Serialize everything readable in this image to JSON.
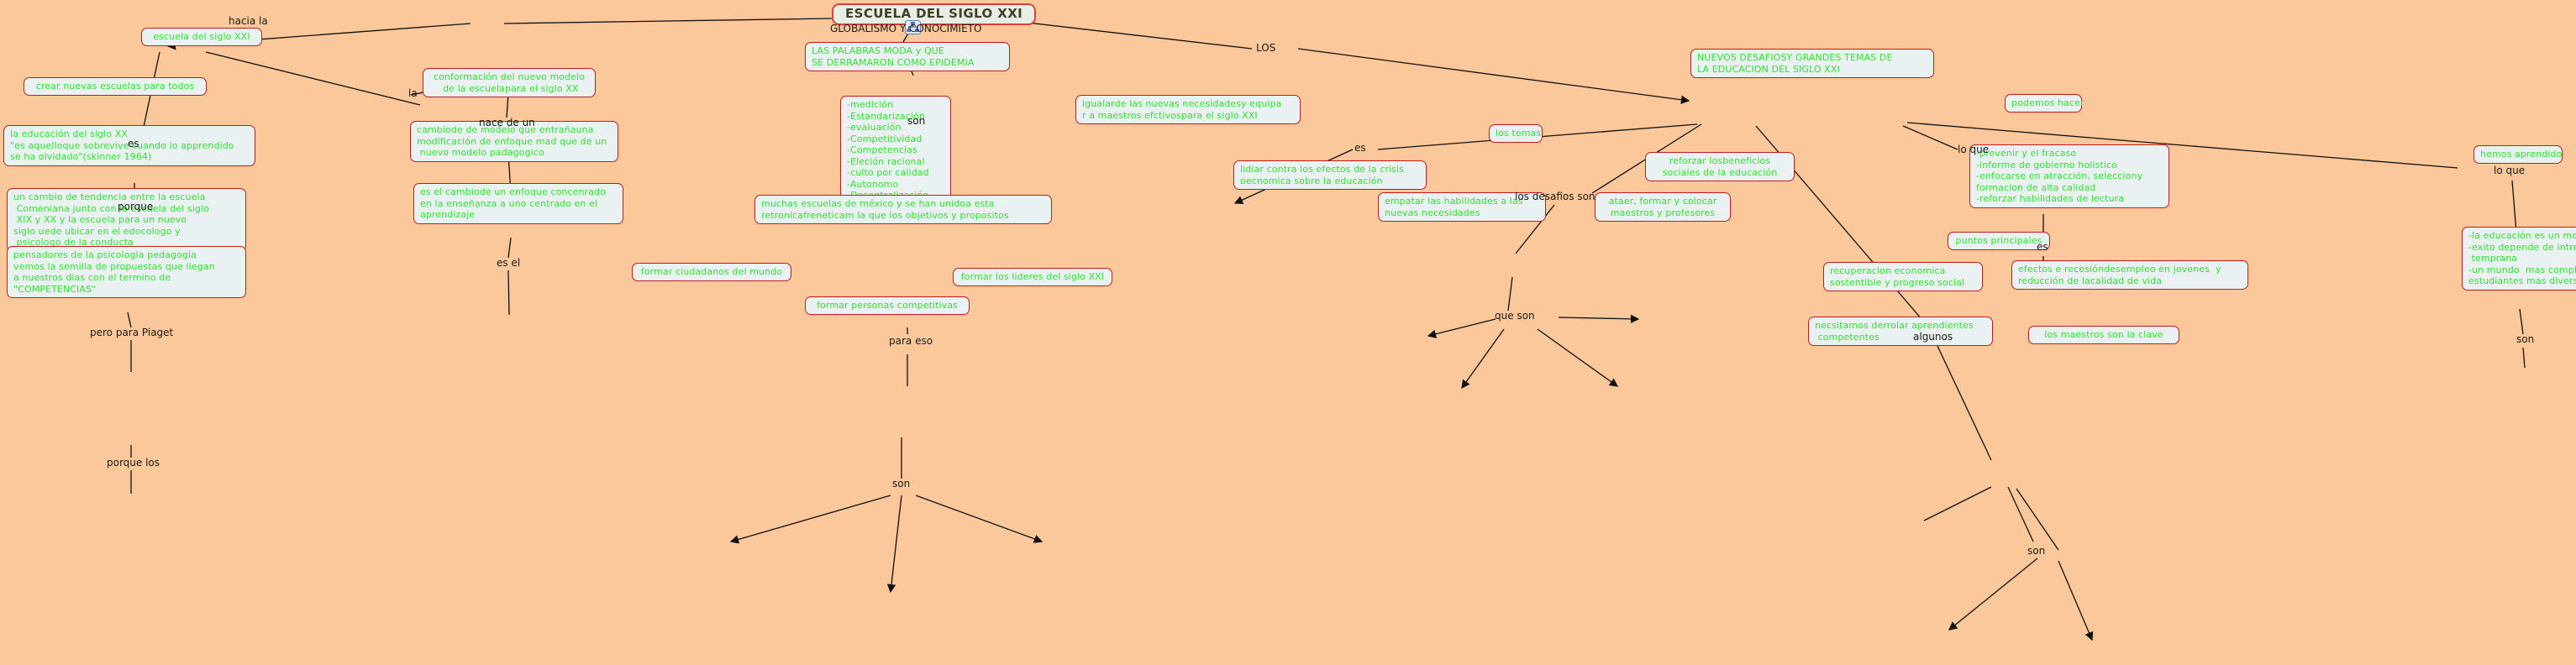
{
  "map": {
    "title": "ESCUELA DEL SIGLO XXI",
    "background_color": "#fbc89c",
    "node_fill": "#eaf1f2",
    "node_border": "#c01b17",
    "node_text_color": "#2fe22f",
    "root_text_color": "#3d4026",
    "link_text_color": "#1a1a14"
  },
  "nodes": {
    "root": "ESCUELA DEL SIGLO XXI",
    "escuela_siglo_xxi": "escuela del siglo XXI",
    "crear_nuevas_escuelas": "crear nuevas escuelas para todos",
    "educacion_siglo_xx": "la educación del siglo XX\n\"es aquelloque sobrevive cuando lo apprendido\nse ha olvidado\"(skinner 1964)",
    "cambio_tendencia": "un cambio de tendencia entre la escuela\n Comeniana junto con la escuela del siglo\n XIX y XX y la escuela para un nuevo\nsiglo uede ubicar en el edocologo y\n psicologo de la conducta",
    "pensadores": "pensadores de la psicologia pedagogia\nvemos la semilla de propuestas que llegan\na nuestros dias con el termino de\n\"COMPETENCIAS\"",
    "conformacion": "conformación del nuevo modelo\n de la escuelapara el siglo XX",
    "cambio_modelo": "cambiode de modelo que entrañauna\nmodificación de enfoque mad que de un\n nuevo modelo padagogico",
    "es_el_cambio": "es el cambiode un enfoque concenrado\nen la enseñanza a uno centrado en el\naprendizaje",
    "palabras_moda": "LAS PALABRAS MODA y QUE\nSE DERRAMARON COMO EPIDEMIA",
    "lista_palabras": "-medición\n-Estandarización\n-evaluación\n-Competitividad\n-Competencias\n-Eleción racional\n-culto por calidad\n-Autonomo\n-Desentralización",
    "muchas_escuelas": "muchas escuelas de méxico y se han unidoa esta\nretronicafreneticam la que los objetivos y propositos",
    "formar_ciudadanos": "formar ciudadanos del mundo",
    "formar_lideres": "formar los lideres del siglo XXI",
    "formar_personas": "formar personas competitivas",
    "igualar": "igualarde las nuevas necesidadesy equipa\nr a maestros efctivospara el siglo XXI",
    "nuevos_desafios": "NUEVOS DESAFIOSY GRANDES TEMAS DE\nLA EDUCACION DEL SIGLO XXI",
    "los_temas": "los temas",
    "lidiar_crisis": "lidiar contra los efectos de la crisis\noecnomica sobre la educación",
    "reforzar_beneficios": "reforzar losbeneficios\nsociales de la educación",
    "empatar_habilidades": "empatar las habilidades a las\nnuevas necesidades",
    "ataer_formar": "ataer, formar y colocar\nmaestros y profesores",
    "puntos_principales": "puntos principales",
    "recuperacion": "recuperacion economica\nsostentible y progreso social",
    "efectos_recesion": "efectos e recesióndesempleo en jovenes  y\nreducción de lacalidad de vida",
    "necesitamos": "necsitamos derrolar aprendientes\n competentes",
    "maestros_clave": "los maestros son la clave",
    "podemos_hacer": "podemos hacer",
    "prevenir_fracaso": "-prevenir y el fracaso\n-informe de gobierno holistico\n-enfocarse en atracción, selecciony\nformacion de alta calidad\n-reforzar habilidades de lectura",
    "hemos_aprendido": "hemos aprendido",
    "educacion_motr": "-la educación es un motr\n-exito depende de intrevencion\n temprana\n-un mundo  mas complejo,\nestudiantes mas diversos"
  },
  "link_labels": {
    "hacia_la": "hacia la",
    "globalismo": "GLOBALISMO Y CONOCIMIETO",
    "los": "LOS",
    "es_1": "es",
    "la": "la",
    "porque": "porque",
    "pero_para_piaget": "pero para Piaget",
    "porque_los": "porque los",
    "nace_de_un": "nace de un",
    "es_el": "es el",
    "son_1": "son",
    "para_eso": "para eso",
    "son_2": "son",
    "es_2": "es",
    "los_desafios_son": "los desafios son",
    "que_son": "que son",
    "algunos": "algunos",
    "son_3": "son",
    "lo_que_1": "lo que",
    "es_3": "es",
    "lo_que_2": "lo que",
    "son_4": "son"
  }
}
